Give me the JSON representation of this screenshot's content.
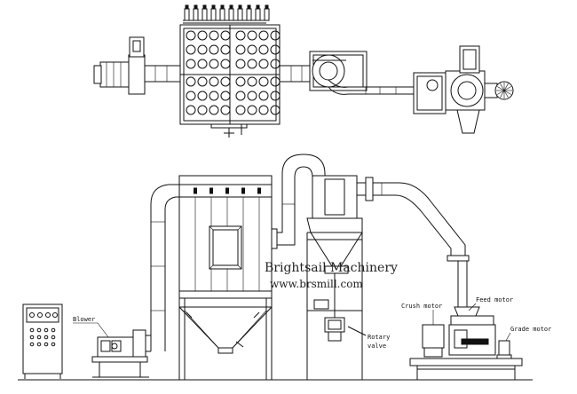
{
  "watermark": {
    "company": "Brightsail Machinery",
    "website": "www.brsmill.com"
  },
  "labels": {
    "blower": "Blower",
    "crush_motor": "Crush motor",
    "feed_motor": "Feed motor",
    "rotary_valve_line1": "Rotary",
    "rotary_valve_line2": "valve",
    "grade_motor": "Grade motor"
  },
  "colors": {
    "line": "#111111",
    "background": "#ffffff"
  }
}
